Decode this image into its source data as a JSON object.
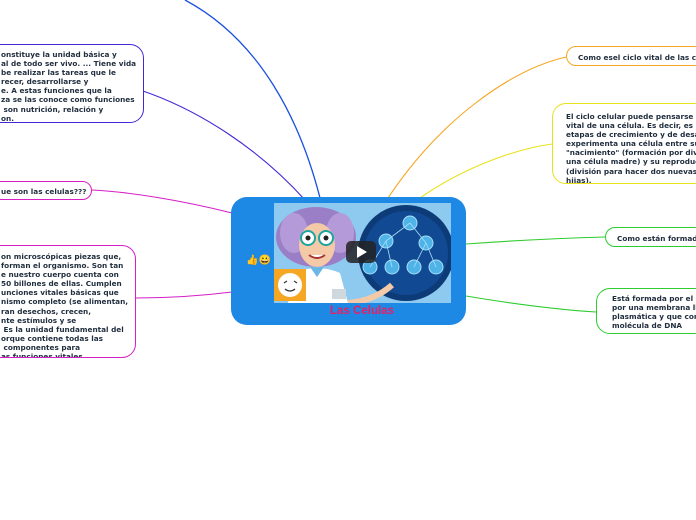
{
  "central": {
    "title": "Las Celulas",
    "emoji": "👍😀",
    "video_play_icon": "play-icon"
  },
  "nodes": {
    "definicion": "onstituye la unidad básica y\nal de todo ser vivo. ... Tiene vida\nbe realizar las tareas que le\nrecer, desarrollarse y\ne. A estas funciones que la\nza se las conoce como funciones\n son nutrición, relación y\non.",
    "que_son": "ue son las celulas???",
    "microscopicas": "on microscópicas piezas que,\nforman el organismo. Son tan\ne nuestro cuerpo cuenta con\n50 billones de ellas. Cumplen\nunciones vitales básicas que\nnismo completo (se alimentan,\nran desechos, crecen,\nnte estímulos y se\n Es la unidad fundamental del\norque contiene todas las\n componentes para\nas funciones vitales.",
    "ciclo_vital": "Como esel ciclo vital de las cel",
    "ciclo_celular": "El ciclo celular puede pensarse co\nvital de una célula. Es decir, es la\netapas de crecimiento y de desar\nexperimenta una célula entre su\n\"nacimiento\" (formación por divi\nuna célula madre) y su reproduc\n(división para hacer dos nuevas c\nhijas).",
    "como_formadas": "Como están formad",
    "formada_por": "Está formada por el c\npor una membrana lla\nplasmática y que cont\nmolécula de DNA"
  },
  "colors": {
    "central_bg": "#1e88e5",
    "title": "#e91e63",
    "blue_line": "#1a4fe0",
    "purple": "#7b1fd6",
    "magenta": "#d61fc7",
    "orange": "#f5a623",
    "yellow": "#e8e21a",
    "green": "#2ecc2e"
  }
}
